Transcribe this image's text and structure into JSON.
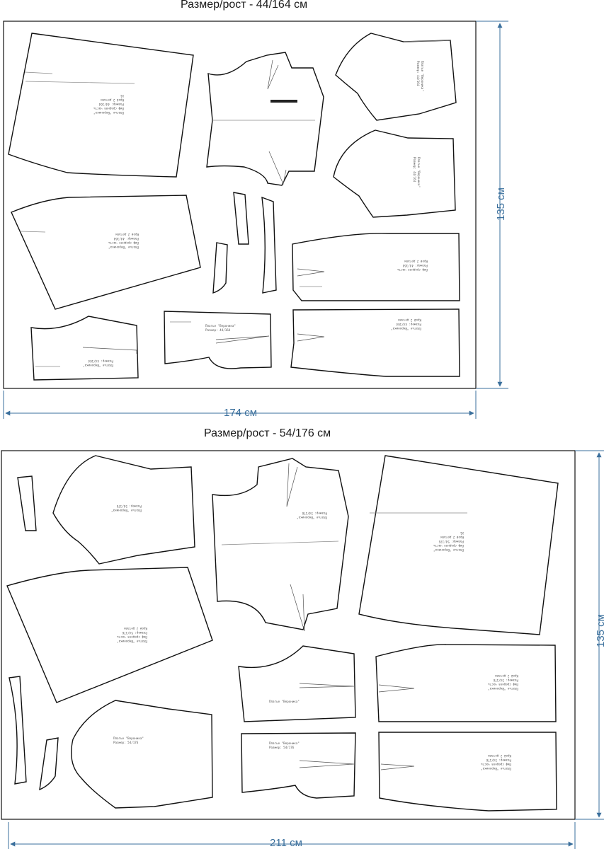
{
  "colors": {
    "dimension": "#3a6f9c",
    "outline": "#111111",
    "label_text": "#555555"
  },
  "layouts": [
    {
      "title": "Размер/рост - 44/164 см",
      "width_label": "174 см",
      "height_label": "135 см",
      "piece_labels": [
        "Платье \"Вероника\"",
        "Лиф средняя часть",
        "Размер: 44/164",
        "Крой 2 детали",
        "Х1"
      ]
    },
    {
      "title": "Размер/рост - 54/176 см",
      "width_label": "211 см",
      "height_label": "135 см",
      "piece_labels": [
        "Платье \"Вероника\"",
        "Лиф средняя часть",
        "Размер: 54/176",
        "Крой 2 детали",
        "Х1"
      ]
    }
  ]
}
